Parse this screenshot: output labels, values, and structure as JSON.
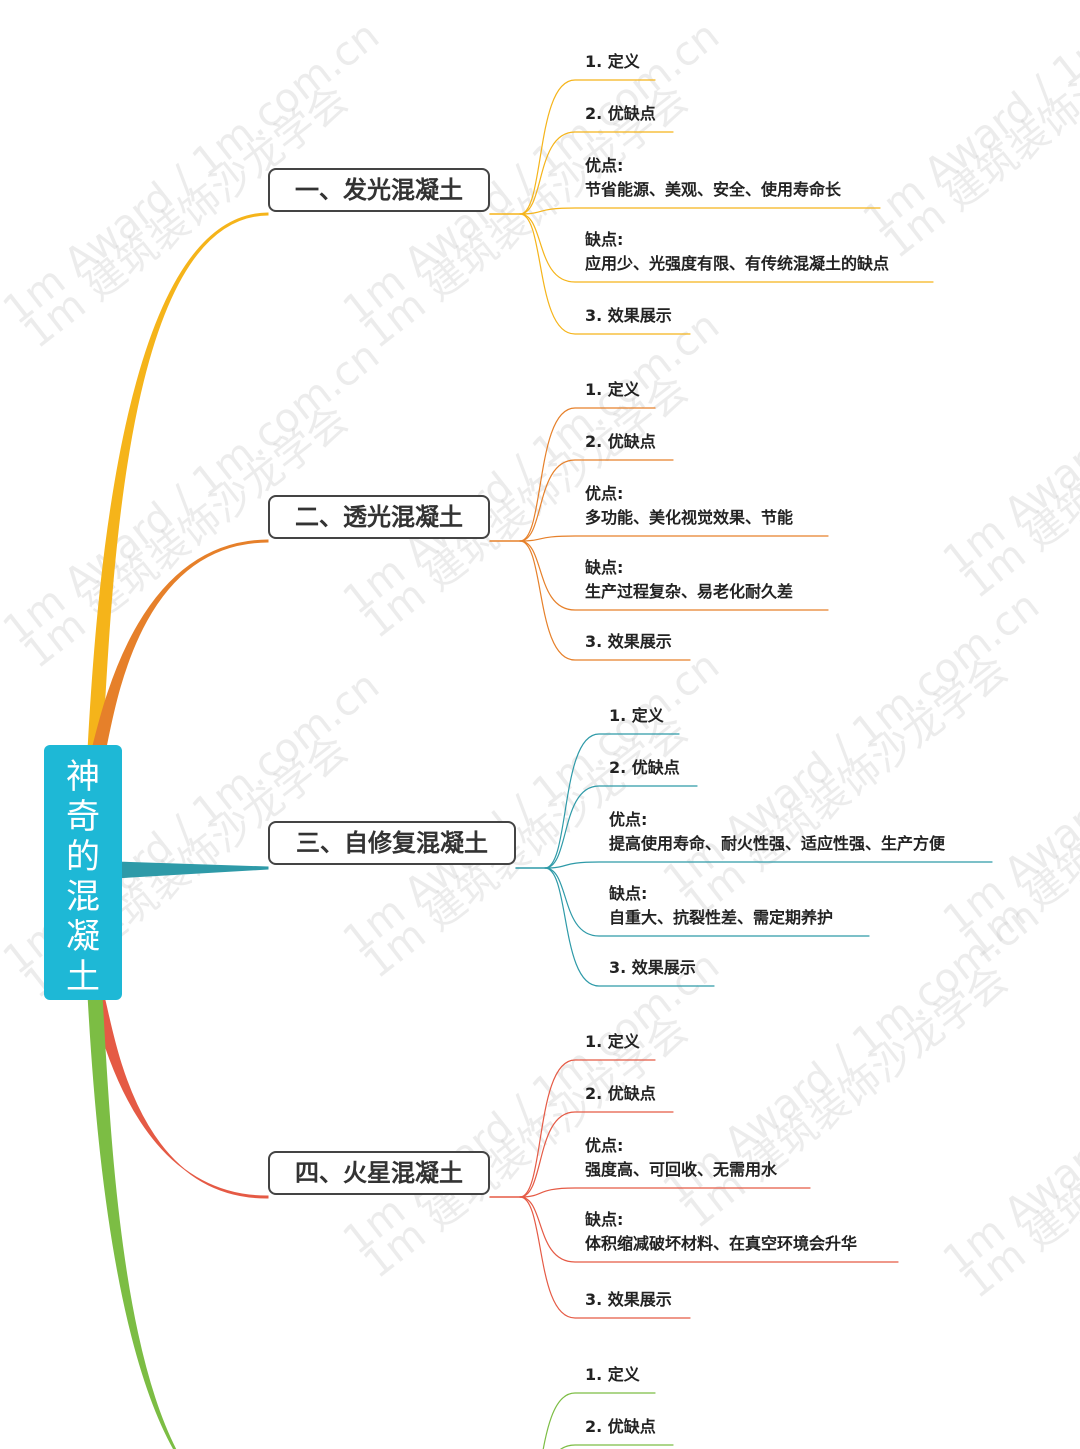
{
  "root": {
    "label": "神奇的混凝土"
  },
  "watermark": {
    "lines": [
      "1m Award / 1m.com.cn",
      "1m 建筑装饰沙龙学会"
    ]
  },
  "colors": {
    "root": "#1eb8d6",
    "b1": "#f5b41a",
    "b2": "#e6802a",
    "b3": "#2e9aa8",
    "b4": "#e55a45",
    "b5": "#7cbd44"
  },
  "branches": [
    {
      "label": "一、发光混凝土",
      "leaves": [
        {
          "lines": [
            "1. 定义"
          ]
        },
        {
          "lines": [
            "2. 优缺点"
          ]
        },
        {
          "lines": [
            "优点:",
            "节省能源、美观、安全、使用寿命长"
          ]
        },
        {
          "lines": [
            "缺点:",
            "应用少、光强度有限、有传统混凝土的缺点"
          ]
        },
        {
          "lines": [
            "3. 效果展示"
          ]
        }
      ]
    },
    {
      "label": "二、透光混凝土",
      "leaves": [
        {
          "lines": [
            "1. 定义"
          ]
        },
        {
          "lines": [
            "2. 优缺点"
          ]
        },
        {
          "lines": [
            "优点:",
            "多功能、美化视觉效果、节能"
          ]
        },
        {
          "lines": [
            "缺点:",
            "生产过程复杂、易老化耐久差"
          ]
        },
        {
          "lines": [
            "3. 效果展示"
          ]
        }
      ]
    },
    {
      "label": "三、自修复混凝土",
      "leaves": [
        {
          "lines": [
            "1. 定义"
          ]
        },
        {
          "lines": [
            "2. 优缺点"
          ]
        },
        {
          "lines": [
            "优点:",
            "提高使用寿命、耐火性强、适应性强、生产方便"
          ]
        },
        {
          "lines": [
            "缺点:",
            "自重大、抗裂性差、需定期养护"
          ]
        },
        {
          "lines": [
            "3. 效果展示"
          ]
        }
      ]
    },
    {
      "label": "四、火星混凝土",
      "leaves": [
        {
          "lines": [
            "1. 定义"
          ]
        },
        {
          "lines": [
            "2. 优缺点"
          ]
        },
        {
          "lines": [
            "优点:",
            "强度高、可回收、无需用水"
          ]
        },
        {
          "lines": [
            "缺点:",
            "体积缩减破坏材料、在真空环境会升华"
          ]
        },
        {
          "lines": [
            "3. 效果展示"
          ]
        }
      ]
    },
    {
      "label": "",
      "leaves": [
        {
          "lines": [
            "1. 定义"
          ]
        },
        {
          "lines": [
            "2. 优缺点"
          ]
        }
      ]
    }
  ]
}
